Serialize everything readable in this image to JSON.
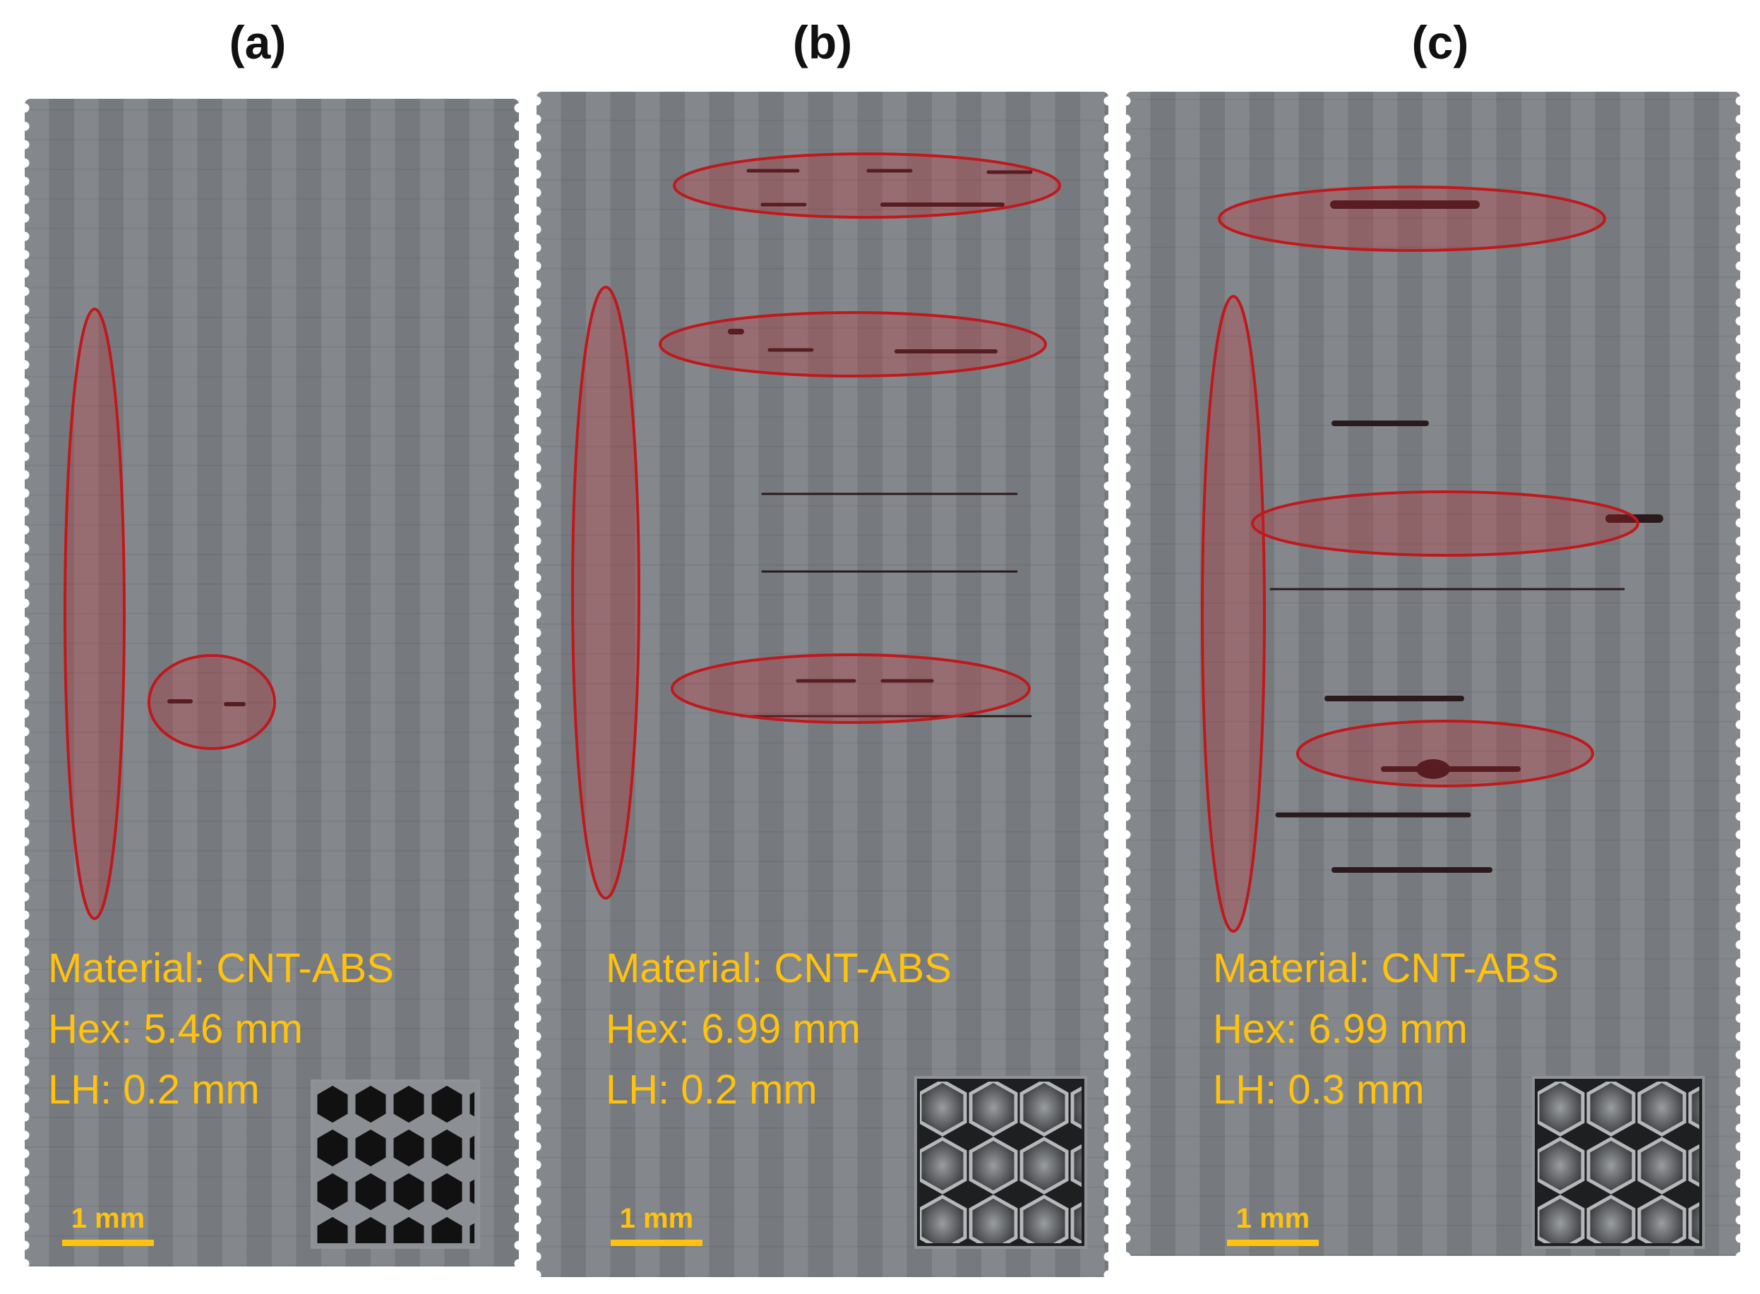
{
  "panels": [
    {
      "label": "(a)",
      "material": "Material: CNT-ABS",
      "hex": "Hex: 5.46 mm",
      "layer_height": "LH: 0.2 mm",
      "scale_bar": "1 mm"
    },
    {
      "label": "(b)",
      "material": "Material: CNT-ABS",
      "hex": "Hex: 6.99 mm",
      "layer_height": "LH: 0.2 mm",
      "scale_bar": "1 mm"
    },
    {
      "label": "(c)",
      "material": "Material: CNT-ABS",
      "hex": "Hex: 6.99 mm",
      "layer_height": "LH: 0.3 mm",
      "scale_bar": "1 mm"
    }
  ],
  "colors": {
    "annotation_text": "#ffc20e",
    "highlight_stroke": "#c0181c",
    "highlight_fill": "rgba(200,40,45,0.28)",
    "specimen_gray": "#7d8286"
  }
}
